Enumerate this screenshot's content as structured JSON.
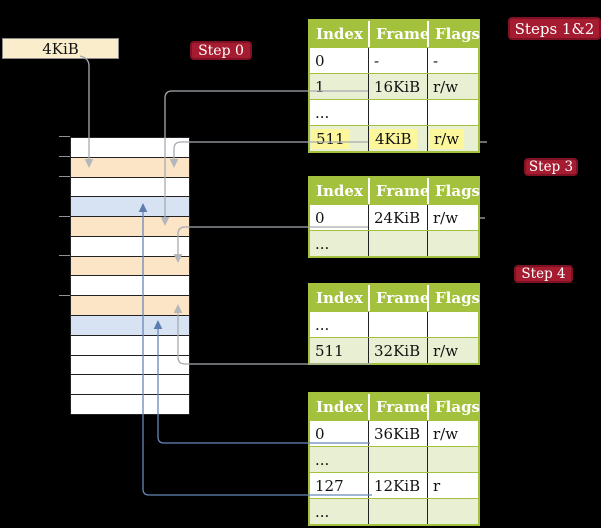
{
  "page_size_box": {
    "label": "4KiB"
  },
  "step_labels": {
    "step0": "Step 0",
    "steps12": "Steps 1&2",
    "step3": "Step 3",
    "step4": "Step 4"
  },
  "colors": {
    "label_crimson": "#a51c30",
    "label_border": "#7e1124",
    "table_green": "#a4c13d",
    "table_row_green": "#e9efd2",
    "highlight_yellow": "#fdf79b",
    "memory_orange": "#fce4c6",
    "memory_blue": "#d7e3f3",
    "box_cream": "#faedcb",
    "gray_connector": "#a7abaf",
    "blue_connector": "#6787ba"
  },
  "tables": [
    {
      "id": "page-table-1",
      "headers": [
        "Index",
        "Frame",
        "Flags"
      ],
      "rows": [
        {
          "cells": [
            "0",
            "-",
            "-"
          ],
          "shaded": false,
          "highlighted": false
        },
        {
          "cells": [
            "1",
            "16KiB",
            "r/w"
          ],
          "shaded": true,
          "highlighted": false
        },
        {
          "cells": [
            "...",
            "",
            ""
          ],
          "shaded": false,
          "highlighted": false
        },
        {
          "cells": [
            "511",
            "4KiB",
            "r/w"
          ],
          "shaded": true,
          "highlighted": true
        }
      ]
    },
    {
      "id": "page-table-2",
      "headers": [
        "Index",
        "Frame",
        "Flags"
      ],
      "rows": [
        {
          "cells": [
            "0",
            "24KiB",
            "r/w"
          ],
          "shaded": false,
          "highlighted": false
        },
        {
          "cells": [
            "...",
            "",
            ""
          ],
          "shaded": true,
          "highlighted": false
        }
      ]
    },
    {
      "id": "page-table-3",
      "headers": [
        "Index",
        "Frame",
        "Flags"
      ],
      "rows": [
        {
          "cells": [
            "...",
            "",
            ""
          ],
          "shaded": false,
          "highlighted": false
        },
        {
          "cells": [
            "511",
            "32KiB",
            "r/w"
          ],
          "shaded": true,
          "highlighted": false
        }
      ]
    },
    {
      "id": "page-table-4",
      "headers": [
        "Index",
        "Frame",
        "Flags"
      ],
      "rows": [
        {
          "cells": [
            "0",
            "36KiB",
            "r/w"
          ],
          "shaded": false,
          "highlighted": false
        },
        {
          "cells": [
            "...",
            "",
            ""
          ],
          "shaded": true,
          "highlighted": false
        },
        {
          "cells": [
            "127",
            "12KiB",
            "r"
          ],
          "shaded": false,
          "highlighted": false
        },
        {
          "cells": [
            "...",
            "",
            ""
          ],
          "shaded": true,
          "highlighted": false
        }
      ]
    }
  ],
  "memory_rows": [
    "white",
    "orange",
    "white",
    "blue",
    "orange",
    "white",
    "orange",
    "white",
    "orange",
    "blue",
    "white",
    "white",
    "white",
    "white"
  ]
}
